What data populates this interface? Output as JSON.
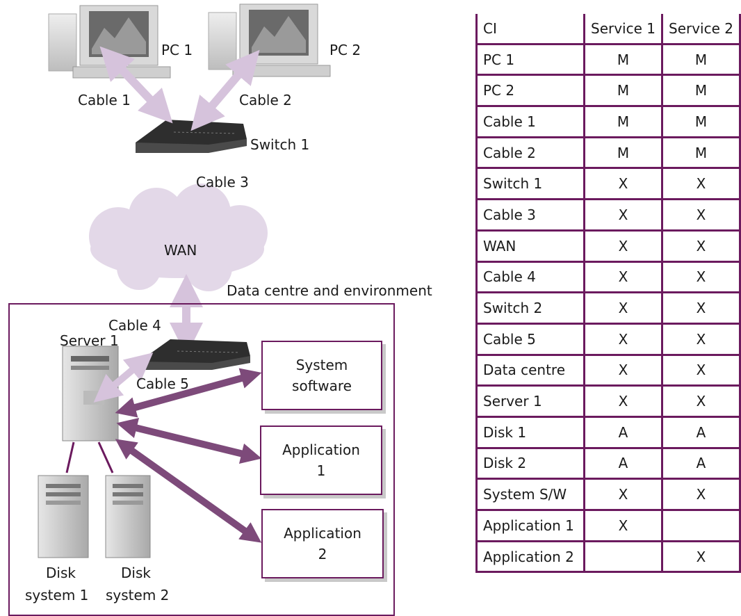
{
  "diagram": {
    "pc1": "PC 1",
    "pc2": "PC 2",
    "cable1": "Cable 1",
    "cable2": "Cable 2",
    "switch1": "Switch 1",
    "cable3": "Cable 3",
    "wan": "WAN",
    "data_centre": "Data centre and environment",
    "cable4": "Cable 4",
    "server1": "Server 1",
    "cable5": "Cable 5",
    "system_software_line1": "System",
    "system_software_line2": "software",
    "application1_line1": "Application",
    "application1_line2": "1",
    "application2_line1": "Application",
    "application2_line2": "2",
    "disk1_line1": "Disk",
    "disk1_line2": "system 1",
    "disk2_line1": "Disk",
    "disk2_line2": "system 2"
  },
  "colors": {
    "border": "#6b1a5e",
    "arrow_dark": "#7d4a7a",
    "arrow_light": "#d6c3dc",
    "cloud": "#e3d8e8"
  },
  "table": {
    "headers": [
      "CI",
      "Service 1",
      "Service 2"
    ],
    "rows": [
      [
        "PC 1",
        "M",
        "M"
      ],
      [
        "PC 2",
        "M",
        "M"
      ],
      [
        "Cable 1",
        "M",
        "M"
      ],
      [
        "Cable 2",
        "M",
        "M"
      ],
      [
        "Switch 1",
        "X",
        "X"
      ],
      [
        "Cable 3",
        "X",
        "X"
      ],
      [
        "WAN",
        "X",
        "X"
      ],
      [
        "Cable 4",
        "X",
        "X"
      ],
      [
        "Switch 2",
        "X",
        "X"
      ],
      [
        "Cable 5",
        "X",
        "X"
      ],
      [
        "Data centre",
        "X",
        "X"
      ],
      [
        "Server 1",
        "X",
        "X"
      ],
      [
        "Disk 1",
        "A",
        "A"
      ],
      [
        "Disk 2",
        "A",
        "A"
      ],
      [
        "System S/W",
        "X",
        "X"
      ],
      [
        "Application 1",
        "X",
        ""
      ],
      [
        "Application 2",
        "",
        "X"
      ]
    ]
  }
}
